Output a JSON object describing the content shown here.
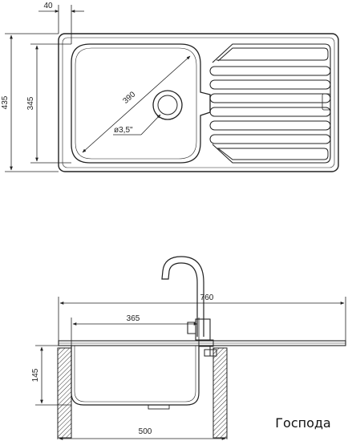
{
  "top_view": {
    "dim_flange": "40",
    "dim_total_height": "435",
    "dim_bowl_height": "345",
    "dim_bowl_diagonal": "390",
    "dim_drain": "ø3,5\""
  },
  "side_view": {
    "dim_total_length": "760",
    "dim_bowl_width": "365",
    "dim_depth": "145",
    "dim_cabinet": "500"
  },
  "brand": {
    "logo_text": "Господа"
  },
  "colors": {
    "line": "#222222",
    "background": "#ffffff"
  }
}
